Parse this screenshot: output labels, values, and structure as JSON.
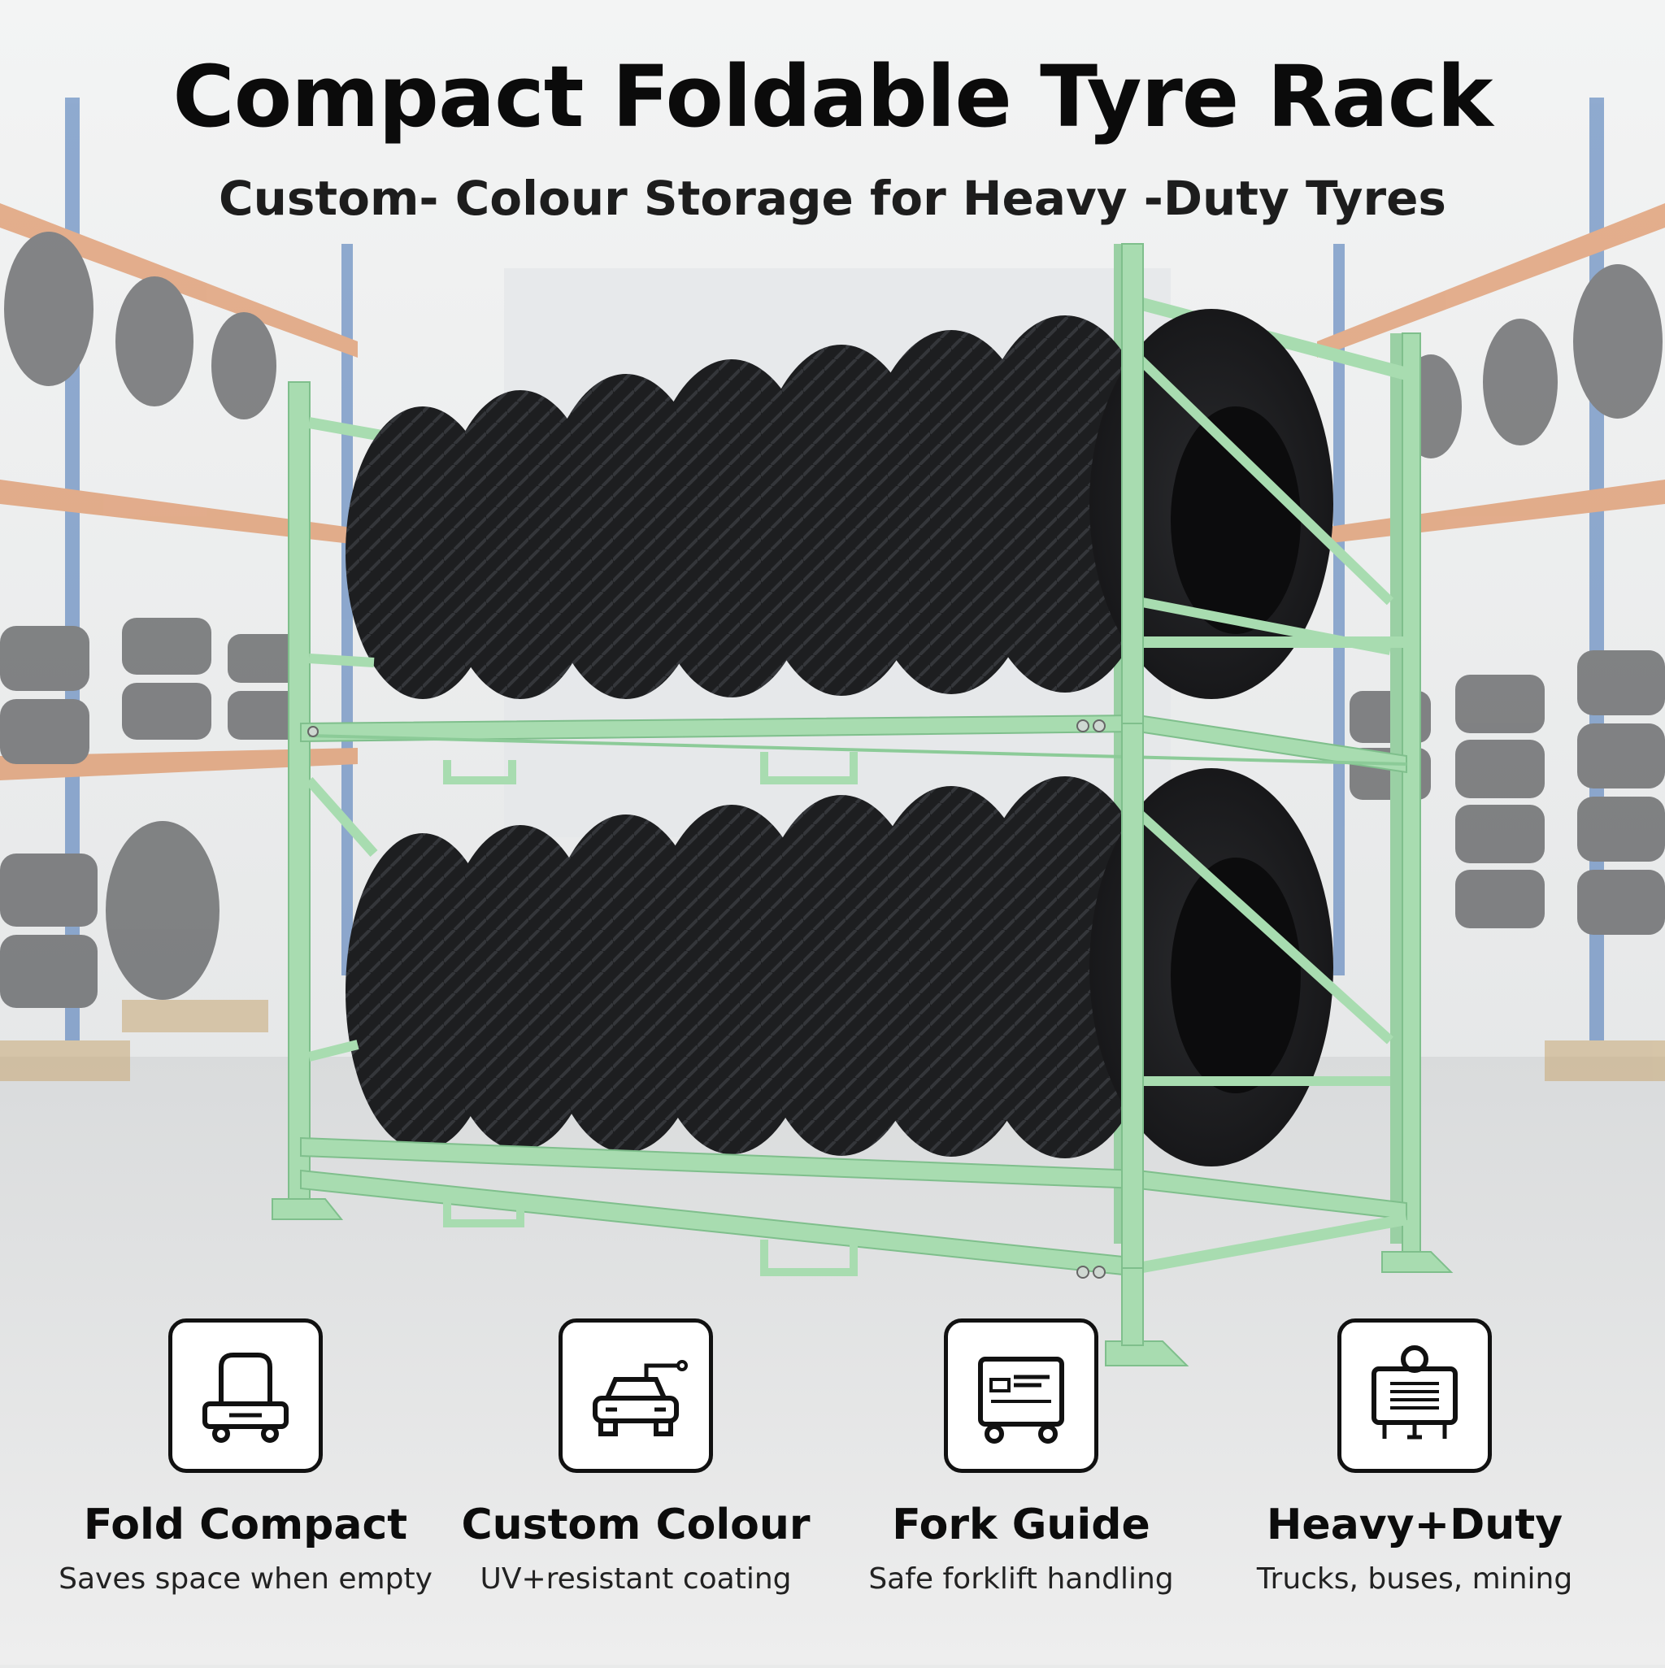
{
  "header": {
    "title": "Compact Foldable Tyre Rack",
    "subtitle": "Custom- Colour Storage for Heavy -Duty Tyres"
  },
  "features": [
    {
      "icon": "folding-cart-icon",
      "title": "Fold Compact",
      "description": "Saves space when empty"
    },
    {
      "icon": "car-icon",
      "title": "Custom Colour",
      "description": "UV+resistant coating"
    },
    {
      "icon": "forklift-icon",
      "title": "Fork Guide",
      "description": "Safe forklift handling"
    },
    {
      "icon": "heavy-duty-sign-icon",
      "title": "Heavy+Duty",
      "description": "Trucks, buses, mining"
    }
  ],
  "colors": {
    "rack_green": "#a8dcb0",
    "rack_green_dark": "#7fbf8c",
    "tyre": "#1c1d1f",
    "shelf_orange": "#d9773a",
    "upright_blue": "#3f6fb3",
    "text": "#0b0b0b"
  }
}
